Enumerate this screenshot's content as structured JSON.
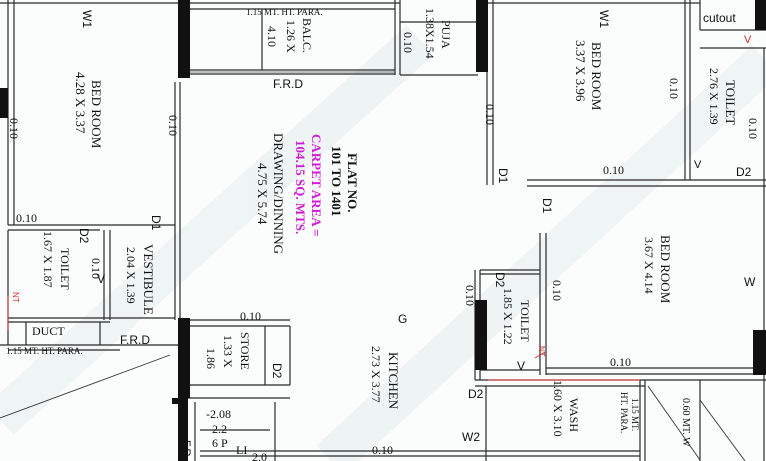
{
  "flat": {
    "title": "FLAT NO.",
    "range": "101 TO 1401",
    "carpet_area": "CARPET AREA =",
    "carpet_value": "104.15 SQ. MTS.",
    "drawing_label": "DRAWING/DINNING",
    "drawing_dims": "4.75 X 5.74"
  },
  "rooms": {
    "bed_left": {
      "label": "BED ROOM",
      "dims": "4.28 X 3.37"
    },
    "balc": {
      "label": "BALC.",
      "dims": "1.26 X",
      "dims2": "4.10"
    },
    "puja": {
      "label": "PUJA",
      "dims": "1.38X1.54"
    },
    "bed_top_right": {
      "label": "BED ROOM",
      "dims": "3.37 X 3.96"
    },
    "toilet_top_right": {
      "label": "TOILET",
      "dims": "2.76 X 1.39"
    },
    "toilet_left": {
      "label": "TOILET",
      "dims": "1.67 X 1.87"
    },
    "vestibule": {
      "label": "VESTIBULE",
      "dims": "2.04 X 1.39"
    },
    "bed_right": {
      "label": "BED ROOM",
      "dims": "3.67 X 4.14"
    },
    "toilet_mid": {
      "label": "TOILET",
      "dims": "1.85 X 1.22"
    },
    "store": {
      "label": "STORE",
      "dims": "1.33 X",
      "dims2": "1.86"
    },
    "kitchen": {
      "label": "KITCHEN",
      "dims": "2.73 X 3.77"
    },
    "wash": {
      "label": "WASH",
      "dims": "1.60 X 3.10"
    },
    "duct": {
      "label": "DUCT"
    }
  },
  "labels": {
    "para_top": "1.15 MT. HT. PARA.",
    "para_left": "1.15 MT. HT. PARA.",
    "para_right": "1.15 MT.",
    "para_right2": "HT. PARA.",
    "mt_right": "0.60 MT. W",
    "cutout": "cutout",
    "frd_top": "F.R.D",
    "frd_left": "F.R.D",
    "frd_bottom": "F.R",
    "w1_left": "W1",
    "w1_right": "W1",
    "w_right": "W",
    "w2_bottom": "W2",
    "v_label": "V",
    "g_label": "G",
    "d1_a": "D1",
    "d1_b": "D1",
    "d1_c": "D1",
    "d2_a": "D2",
    "d2_b": "D2",
    "d2_c": "D2",
    "d2_d": "D2",
    "d2_e": "D2",
    "wall_010": "0.10",
    "stair_208": "-2.08",
    "stair_22": "2.2",
    "stair_6p": "6 P",
    "stair_li": "LI",
    "stair_20": "2.0",
    "nt_red": "NT",
    "ntd_red": "NT"
  },
  "colors": {
    "accent_magenta": "#d21bd6",
    "wall": "#111111",
    "line": "#2a2a2a",
    "red_line": "#e03030",
    "background": "#fbfcfc"
  }
}
